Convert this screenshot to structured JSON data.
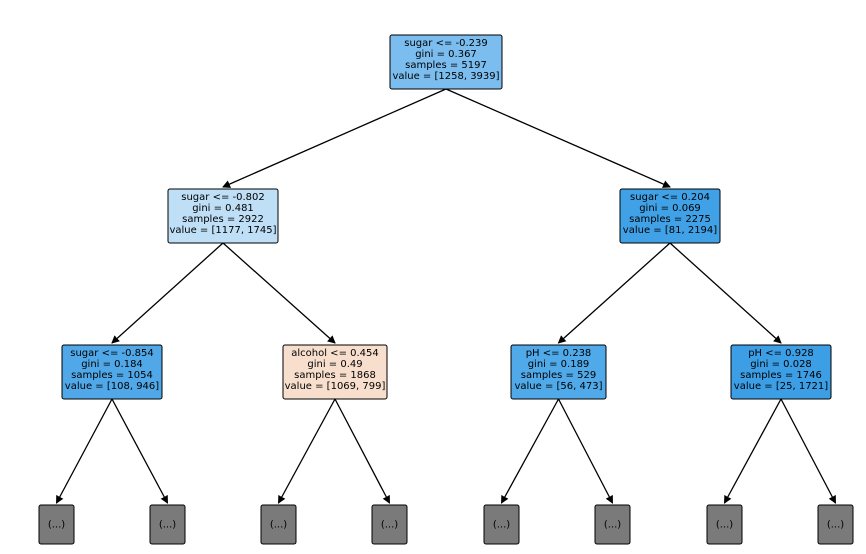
{
  "tree": {
    "colors": {
      "edge": "#000000",
      "leaf_fill": "#7a7a7a",
      "border": "#000000"
    },
    "nodes": [
      {
        "id": "n0",
        "lines": [
          "sugar <= -0.239",
          "gini = 0.367",
          "samples = 5197",
          "value = [1258, 3939]"
        ],
        "fill": "#7bbdee"
      },
      {
        "id": "n1",
        "lines": [
          "sugar <= -0.802",
          "gini = 0.481",
          "samples = 2922",
          "value = [1177, 1745]"
        ],
        "fill": "#bfdff7"
      },
      {
        "id": "n2",
        "lines": [
          "sugar <= 0.204",
          "gini = 0.069",
          "samples = 2275",
          "value = [81, 2194]"
        ],
        "fill": "#40a1e6"
      },
      {
        "id": "n3",
        "lines": [
          "sugar <= -0.854",
          "gini = 0.184",
          "samples = 1054",
          "value = [108, 946]"
        ],
        "fill": "#50a8e8"
      },
      {
        "id": "n4",
        "lines": [
          "alcohol <= 0.454",
          "gini = 0.49",
          "samples = 1868",
          "value = [1069, 799]"
        ],
        "fill": "#f8dfcd"
      },
      {
        "id": "n5",
        "lines": [
          "pH <= 0.238",
          "gini = 0.189",
          "samples = 529",
          "value = [56, 473]"
        ],
        "fill": "#50a9e8"
      },
      {
        "id": "n6",
        "lines": [
          "pH <= 0.928",
          "gini = 0.028",
          "samples = 1746",
          "value = [25, 1721]"
        ],
        "fill": "#3c9ee5"
      }
    ],
    "leaves": [
      {
        "id": "l0",
        "label": "(...)"
      },
      {
        "id": "l1",
        "label": "(...)"
      },
      {
        "id": "l2",
        "label": "(...)"
      },
      {
        "id": "l3",
        "label": "(...)"
      },
      {
        "id": "l4",
        "label": "(...)"
      },
      {
        "id": "l5",
        "label": "(...)"
      },
      {
        "id": "l6",
        "label": "(...)"
      },
      {
        "id": "l7",
        "label": "(...)"
      }
    ],
    "edges": [
      {
        "from": "n0",
        "to": "n1"
      },
      {
        "from": "n0",
        "to": "n2"
      },
      {
        "from": "n1",
        "to": "n3"
      },
      {
        "from": "n1",
        "to": "n4"
      },
      {
        "from": "n2",
        "to": "n5"
      },
      {
        "from": "n2",
        "to": "n6"
      },
      {
        "from": "n3",
        "to": "l0"
      },
      {
        "from": "n3",
        "to": "l1"
      },
      {
        "from": "n4",
        "to": "l2"
      },
      {
        "from": "n4",
        "to": "l3"
      },
      {
        "from": "n5",
        "to": "l4"
      },
      {
        "from": "n5",
        "to": "l5"
      },
      {
        "from": "n6",
        "to": "l6"
      },
      {
        "from": "n6",
        "to": "l7"
      }
    ]
  }
}
